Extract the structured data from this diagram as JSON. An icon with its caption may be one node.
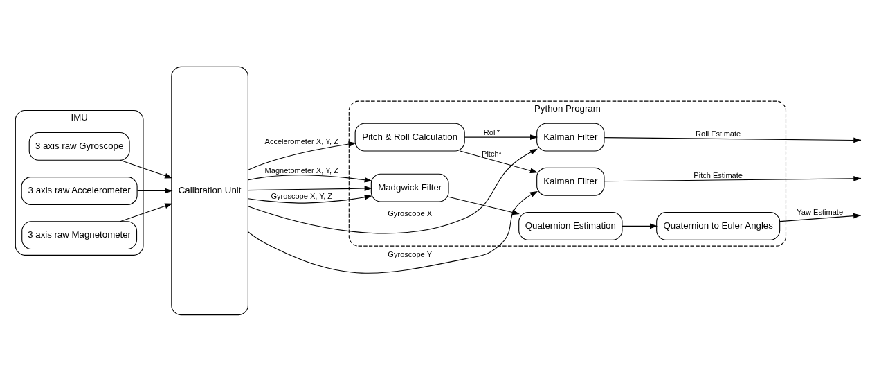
{
  "diagram": {
    "nodes": [
      {
        "text": [
          "IMU"
        ]
      },
      {
        "text": [
          "3 axis raw Gyroscope"
        ],
        "in": 0
      },
      {
        "text": [
          "3 axis raw Accelerometer"
        ],
        "in": 0
      },
      {
        "text": [
          "3 axis raw Magnetometer"
        ],
        "in": 0
      },
      {
        "text": [
          "Calibration Unit"
        ]
      },
      {
        "text": [
          "Python Program"
        ]
      },
      {
        "text": [
          "Kalman Filter"
        ],
        "in": 5
      },
      {
        "text": [
          "Kalman Filter"
        ],
        "in": 5
      },
      {
        "text": [
          "Pitch & Roll Calculation"
        ],
        "in": 5
      },
      {
        "text": [
          "Madgwick Filter"
        ],
        "in": 5
      },
      {
        "text": [
          "Quaternion Estimation"
        ],
        "in": 5
      },
      {
        "text": [
          "Quaternion to Euler Angles"
        ],
        "in": 5
      }
    ],
    "edges": [
      {
        "from": 1,
        "to": 4,
        "arrow": "to"
      },
      {
        "from": 2,
        "to": 4,
        "arrow": "to"
      },
      {
        "from": 3,
        "to": 4,
        "arrow": "to"
      },
      {
        "from": 4,
        "to": 6,
        "arrow": "to",
        "label": "Gyroscope X"
      },
      {
        "from": 4,
        "to": 7,
        "arrow": "to",
        "label": "Gyroscope Y"
      },
      {
        "from": 4,
        "to": 8,
        "arrow": "to",
        "label": "Accelerometer X, Y, Z"
      },
      {
        "from": 4,
        "to": 9,
        "arrow": "to"
      },
      {
        "from": 4,
        "to": 9,
        "arrow": "to",
        "label": "Gyroscope X, Y, Z"
      },
      {
        "from": 4,
        "to": 9,
        "arrow": "to",
        "label": "Magnetometer X, Y, Z"
      },
      {
        "from": 8,
        "to": 6,
        "arrow": "to",
        "label": "Roll*"
      },
      {
        "from": 8,
        "to": 7,
        "arrow": "to",
        "label": "Pitch*"
      },
      {
        "from": 9,
        "to": 10,
        "arrow": "to"
      },
      {
        "from": 10,
        "to": 11,
        "arrow": "to"
      },
      {
        "from": 6,
        "to": null,
        "arrow": "to",
        "label": "Roll Estimate"
      },
      {
        "from": 7,
        "to": null,
        "arrow": "to",
        "label": "Pitch Estimate"
      },
      {
        "from": 11,
        "to": null,
        "arrow": "to",
        "label": "Yaw Estimate"
      }
    ]
  }
}
